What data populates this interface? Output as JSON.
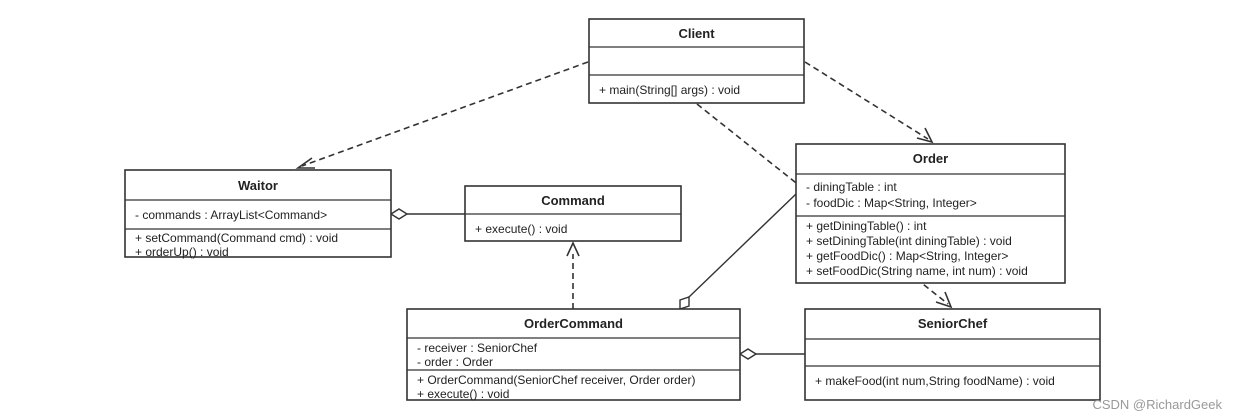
{
  "diagram": {
    "classes": {
      "client": {
        "name": "Client",
        "attributes": [],
        "operations": [
          "+ main(String[] args) : void"
        ]
      },
      "waiter": {
        "name": "Waitor",
        "attributes": [
          "- commands :  ArrayList<Command>"
        ],
        "operations": [
          "+ setCommand(Command cmd) : void",
          "+ orderUp() : void"
        ]
      },
      "command": {
        "name": "Command",
        "attributes": [],
        "operations": [
          "+ execute() : void"
        ]
      },
      "order": {
        "name": "Order",
        "attributes": [
          "- diningTable : int",
          "- foodDic :    Map<String, Integer>"
        ],
        "operations": [
          "+ getDiningTable() : int",
          "+ setDiningTable(int diningTable) : void",
          "+ getFoodDic() : Map<String, Integer>",
          "+ setFoodDic(String name, int num) : void"
        ]
      },
      "ordercommand": {
        "name": "OrderCommand",
        "attributes": [
          "- receiver : SeniorChef",
          "- order : Order"
        ],
        "operations": [
          "+ OrderCommand(SeniorChef receiver, Order order)",
          "+ execute() : void"
        ]
      },
      "seniorchef": {
        "name": "SeniorChef",
        "attributes": [],
        "operations": [
          "+ makeFood(int num,String foodName) : void"
        ]
      }
    },
    "relations": [
      {
        "type": "dependency",
        "from": "client",
        "to": "waiter"
      },
      {
        "type": "dependency",
        "from": "client",
        "to": "order"
      },
      {
        "type": "dependency",
        "from": "client",
        "to": "seniorchef"
      },
      {
        "type": "aggregation",
        "whole": "waiter",
        "part": "command"
      },
      {
        "type": "realization",
        "from": "ordercommand",
        "to": "command"
      },
      {
        "type": "aggregation",
        "whole": "ordercommand",
        "part": "order"
      },
      {
        "type": "aggregation",
        "whole": "ordercommand",
        "part": "seniorchef"
      }
    ]
  },
  "watermark": "CSDN @RichardGeek"
}
